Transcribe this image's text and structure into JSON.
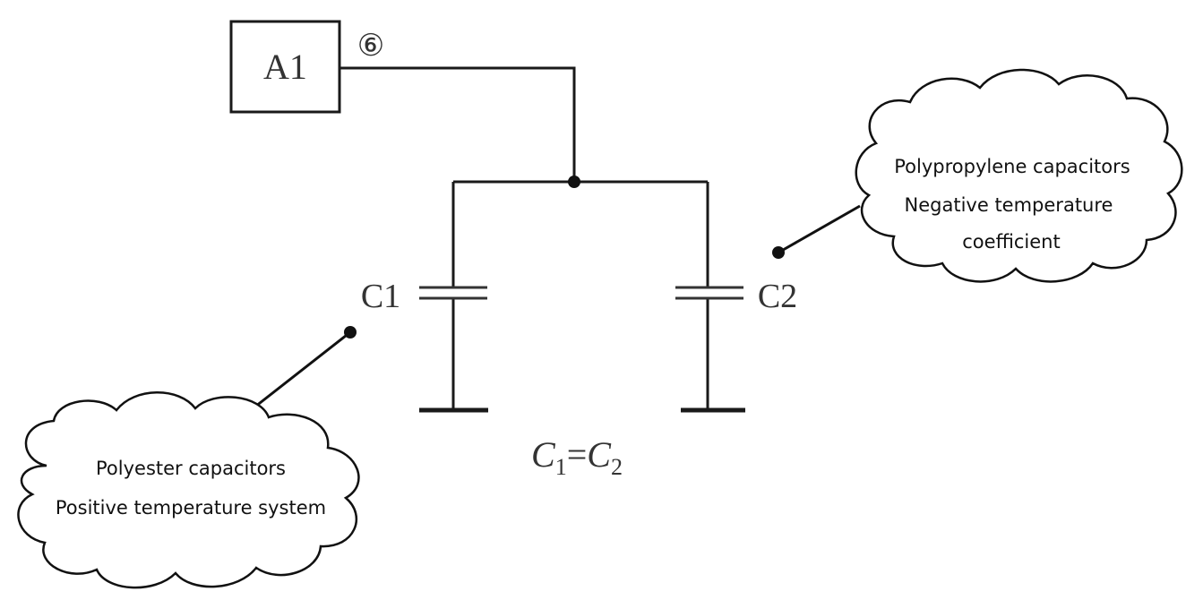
{
  "diagram": {
    "block_label": "A1",
    "pin_label": "⑥",
    "c1_label": "C1",
    "c2_label": "C2",
    "equation": {
      "lhs": "C",
      "lhs_sub": "1",
      "eq": "=",
      "rhs": "C",
      "rhs_sub": "2"
    },
    "callout_c1": {
      "line1": "Polyester capacitors",
      "line2": "Positive temperature system"
    },
    "callout_c2": {
      "line1": "Polypropylene capacitors",
      "line2": "Negative temperature",
      "line3": "coefficient"
    }
  }
}
